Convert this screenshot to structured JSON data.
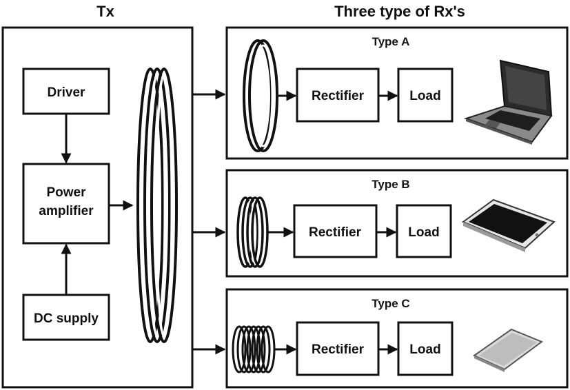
{
  "tx": {
    "title": "Tx",
    "driver": "Driver",
    "pa_line1": "Power",
    "pa_line2": "amplifier",
    "dc": "DC supply"
  },
  "rx": {
    "title": "Three type of Rx's",
    "types": [
      {
        "name": "Type A",
        "rectifier": "Rectifier",
        "load": "Load",
        "device_icon": "laptop-icon"
      },
      {
        "name": "Type B",
        "rectifier": "Rectifier",
        "load": "Load",
        "device_icon": "tablet-icon"
      },
      {
        "name": "Type C",
        "rectifier": "Rectifier",
        "load": "Load",
        "device_icon": "smartphone-icon"
      }
    ]
  },
  "colors": {
    "stroke": "#111111",
    "background": "#ffffff"
  }
}
